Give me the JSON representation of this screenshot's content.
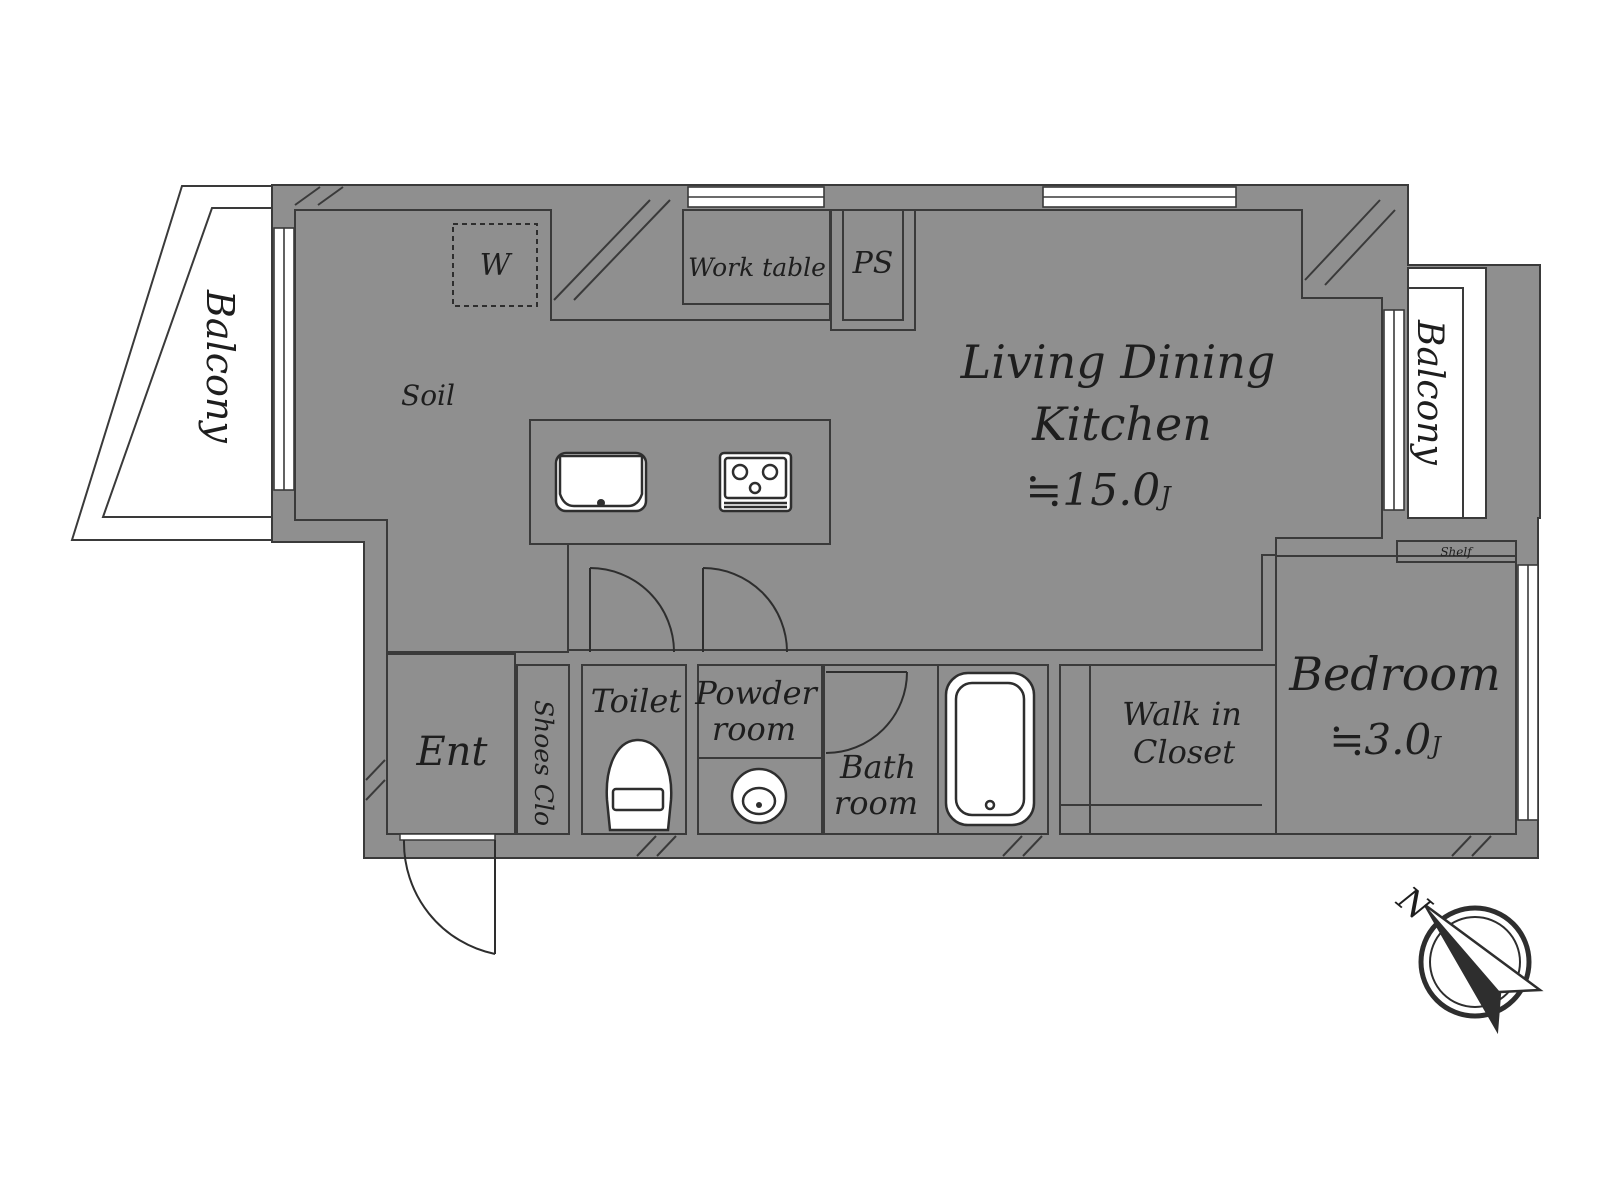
{
  "labels": {
    "balcony_left": "Balcony",
    "balcony_right": "Balcony",
    "washer": "W",
    "soil": "Soil",
    "work_table": "Work table",
    "ps": "PS",
    "ldk_line1": "Living Dining",
    "ldk_line2": "Kitchen",
    "ldk_area": "≒15.0",
    "ldk_unit": "J",
    "shelf": "Shelf",
    "bedroom": "Bedroom",
    "bedroom_area": "≒3.0",
    "bedroom_unit": "J",
    "ent": "Ent",
    "shoes_clo": "Shoes Clo",
    "toilet": "Toilet",
    "powder_line1": "Powder",
    "powder_line2": "room",
    "bath_line1": "Bath",
    "bath_line2": "room",
    "walkin_line1": "Walk in",
    "walkin_line2": "Closet",
    "north": "N"
  },
  "colors": {
    "ldk_floor": "#fdf0e0",
    "bedroom_floor": "#fdfbe6",
    "wet_area_floor": "#e8f4fc",
    "closet_floor": "#ddd5b8",
    "wall": "#8f8f8f",
    "line": "#3a3a3a"
  },
  "icons": [
    "sink-icon",
    "stove-icon",
    "toilet-icon",
    "washbasin-icon",
    "bathtub-icon",
    "compass-icon"
  ]
}
